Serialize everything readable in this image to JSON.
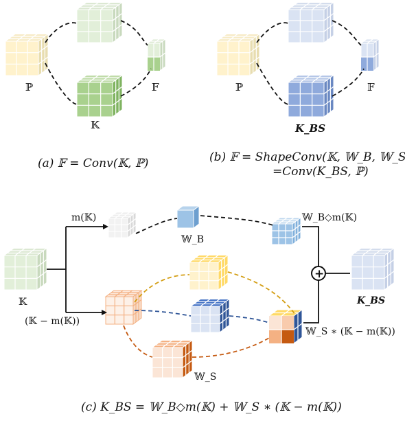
{
  "colors": {
    "yellow": "#fff2cc",
    "green_light": "#e2efd9",
    "green": "#a9d18e",
    "blue_light": "#dae3f3",
    "blue": "#8faadc",
    "blue_mid": "#9dc3e6",
    "gray": "#f2f2f2",
    "orange_light": "#fbe5d6",
    "orange": "#f4b183",
    "orange_dark": "#c55a11",
    "gold": "#ffd966",
    "navy": "#2f5597",
    "gold_dash": "#d39d12",
    "orange_dash": "#c55a11",
    "blue_dash": "#2f5597",
    "black": "#111111"
  },
  "panel_a": {
    "label_P": "ℙ",
    "label_F": "𝔽",
    "label_K": "𝕂",
    "caption": "(a) 𝔽 = Conv(𝕂, ℙ)"
  },
  "panel_b": {
    "label_P": "ℙ",
    "label_F": "𝔽",
    "label_Kbs": "K_BS",
    "caption_line1": "(b) 𝔽 = ShapeConv(𝕂, 𝕎_B, 𝕎_S, ℙ)",
    "caption_line2": "=Conv(K_BS, ℙ)"
  },
  "panel_c": {
    "label_mK": "m(𝕂)",
    "label_K": "𝕂",
    "label_K_minus": "(𝕂 − m(𝕂))",
    "label_WB": "𝕎_B",
    "label_WB_m": "𝕎_B◇m(𝕂)",
    "label_WS": "𝕎_S",
    "label_WS_star": "𝕎_S ∗ (𝕂 − m(𝕂))",
    "label_Kbs": "K_BS",
    "plus": "+",
    "caption": "(c) K_BS = 𝕎_B◇m(𝕂) + 𝕎_S ∗ (𝕂 − m(𝕂))"
  }
}
